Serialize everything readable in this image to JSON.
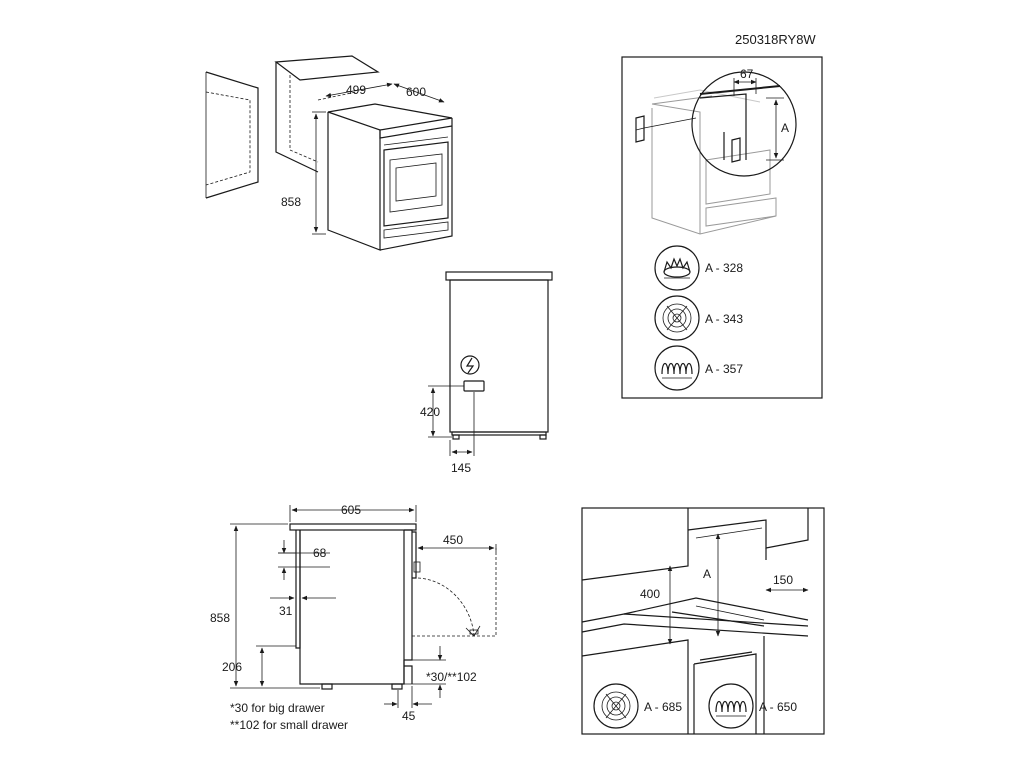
{
  "ref_code": "250318RY8W",
  "install_3d": {
    "depth": "499",
    "width": "600",
    "height": "858"
  },
  "hob_inset": {
    "dim_top": "67",
    "dim_side": "A",
    "entries": [
      {
        "icon": "gas-burner-icon",
        "text": "A - 328"
      },
      {
        "icon": "induction-hob-icon",
        "text": "A - 343"
      },
      {
        "icon": "ceramic-radiant-hob-icon",
        "text": "A - 357"
      }
    ]
  },
  "rear_view": {
    "height": "420",
    "offset": "145"
  },
  "side_view": {
    "depth": "605",
    "door_open": "450",
    "top_gap": "68",
    "back_gap": "31",
    "height": "858",
    "low_height": "206",
    "drawer_gap": "*30/**102",
    "foot_offset": "45",
    "note_big": "*30 for big drawer",
    "note_small": "**102 for small drawer"
  },
  "wall_inset": {
    "height": "400",
    "dim_side": "A",
    "clearance": "150",
    "entries": [
      {
        "icon": "induction-hob-icon",
        "text": "A - 685"
      },
      {
        "icon": "ceramic-radiant-hob-icon",
        "text": "A - 650"
      }
    ]
  }
}
